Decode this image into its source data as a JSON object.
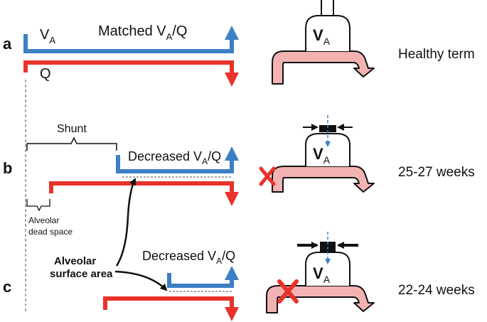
{
  "colors": {
    "ventilation": "#3d7fc4",
    "perfusion": "#e8322a",
    "vessel_fill": "#f4b3b3",
    "x_mark": "#e8322a",
    "ink": "#111111"
  },
  "rows": [
    {
      "letter": "a",
      "age_label": "Healthy term",
      "ventilation_label_main": "V",
      "ventilation_label_sub": "A",
      "perfusion_label": "Q",
      "match_label_main": "Matched V",
      "match_label_sub": "A",
      "match_label_end": "/Q",
      "alveolus_label_main": "V",
      "alveolus_label_sub": "A"
    },
    {
      "letter": "b",
      "age_label": "25-27 weeks",
      "match_label_main": "Decreased V",
      "match_label_sub": "A",
      "match_label_end": "/Q",
      "alveolus_label_main": "V",
      "alveolus_label_sub": "A"
    },
    {
      "letter": "c",
      "age_label": "22-24 weeks",
      "match_label_main": "Decreased V",
      "match_label_sub": "A",
      "match_label_end": "/Q",
      "alveolus_label_main": "V",
      "alveolus_label_sub": "A"
    }
  ],
  "annotations": {
    "shunt": "Shunt",
    "dead_space_line1": "Alveolar",
    "dead_space_line2": "dead space",
    "surface_line1": "Alveolar",
    "surface_line2": "surface area"
  }
}
